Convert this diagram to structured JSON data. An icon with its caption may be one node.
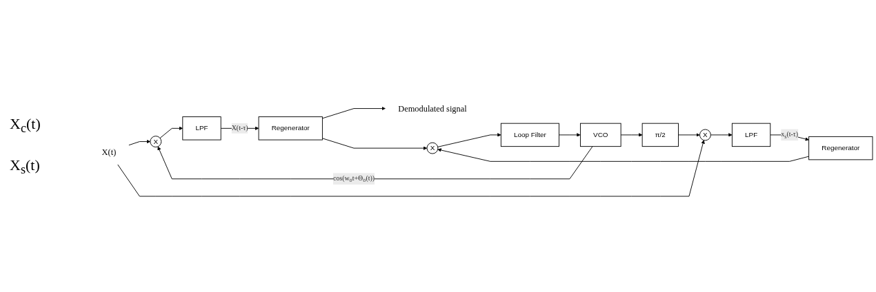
{
  "diagram": {
    "nodes": [
      {
        "text": [
          "X(t)"
        ]
      },
      {
        "text": [
          "X"
        ]
      },
      {
        "text": [
          "LPF"
        ]
      },
      {
        "text": [
          "Regenerator"
        ]
      },
      {
        "text": [
          "Demodulated signal"
        ]
      },
      {
        "text": [
          "π/2"
        ]
      },
      {
        "text": [
          "X"
        ]
      },
      {
        "text": [
          "LPF"
        ]
      },
      {
        "text": [
          "Regenerator"
        ]
      },
      {
        "text": [
          "X"
        ]
      },
      {
        "text": [
          "Loop Filter"
        ]
      },
      {
        "text": [
          "VCO"
        ]
      }
    ],
    "edges": [
      {
        "from": 0,
        "to": 1,
        "arrow": "to"
      },
      {
        "from": 0,
        "to": 6,
        "arrow": "to"
      },
      {
        "from": 1,
        "to": 2,
        "arrow": "to"
      },
      {
        "from": 2,
        "to": 3,
        "arrow": "to",
        "label": "X(t-τ)"
      },
      {
        "from": 3,
        "to": 4,
        "arrow": "to"
      },
      {
        "from": 3,
        "to": 9,
        "arrow": "to"
      },
      {
        "from": 5,
        "to": 6,
        "arrow": "to"
      },
      {
        "from": 6,
        "to": 7,
        "arrow": "to"
      },
      {
        "from": 7,
        "to": 8,
        "arrow": "to",
        "label": "x$_{s}$(t-τ)"
      },
      {
        "from": 8,
        "to": 9,
        "arrow": "to"
      },
      {
        "from": 9,
        "to": 10,
        "arrow": "to"
      },
      {
        "from": 10,
        "to": 11,
        "arrow": "to"
      },
      {
        "from": 11,
        "to": 1,
        "arrow": "to",
        "label": "cos(w$_{o}$t+Θ$_{o}$(t))"
      },
      {
        "from": 11,
        "to": 5,
        "arrow": "to"
      }
    ],
    "labels": [
      "X$_{c}$(t)",
      "X$_{s}$(t)"
    ]
  }
}
